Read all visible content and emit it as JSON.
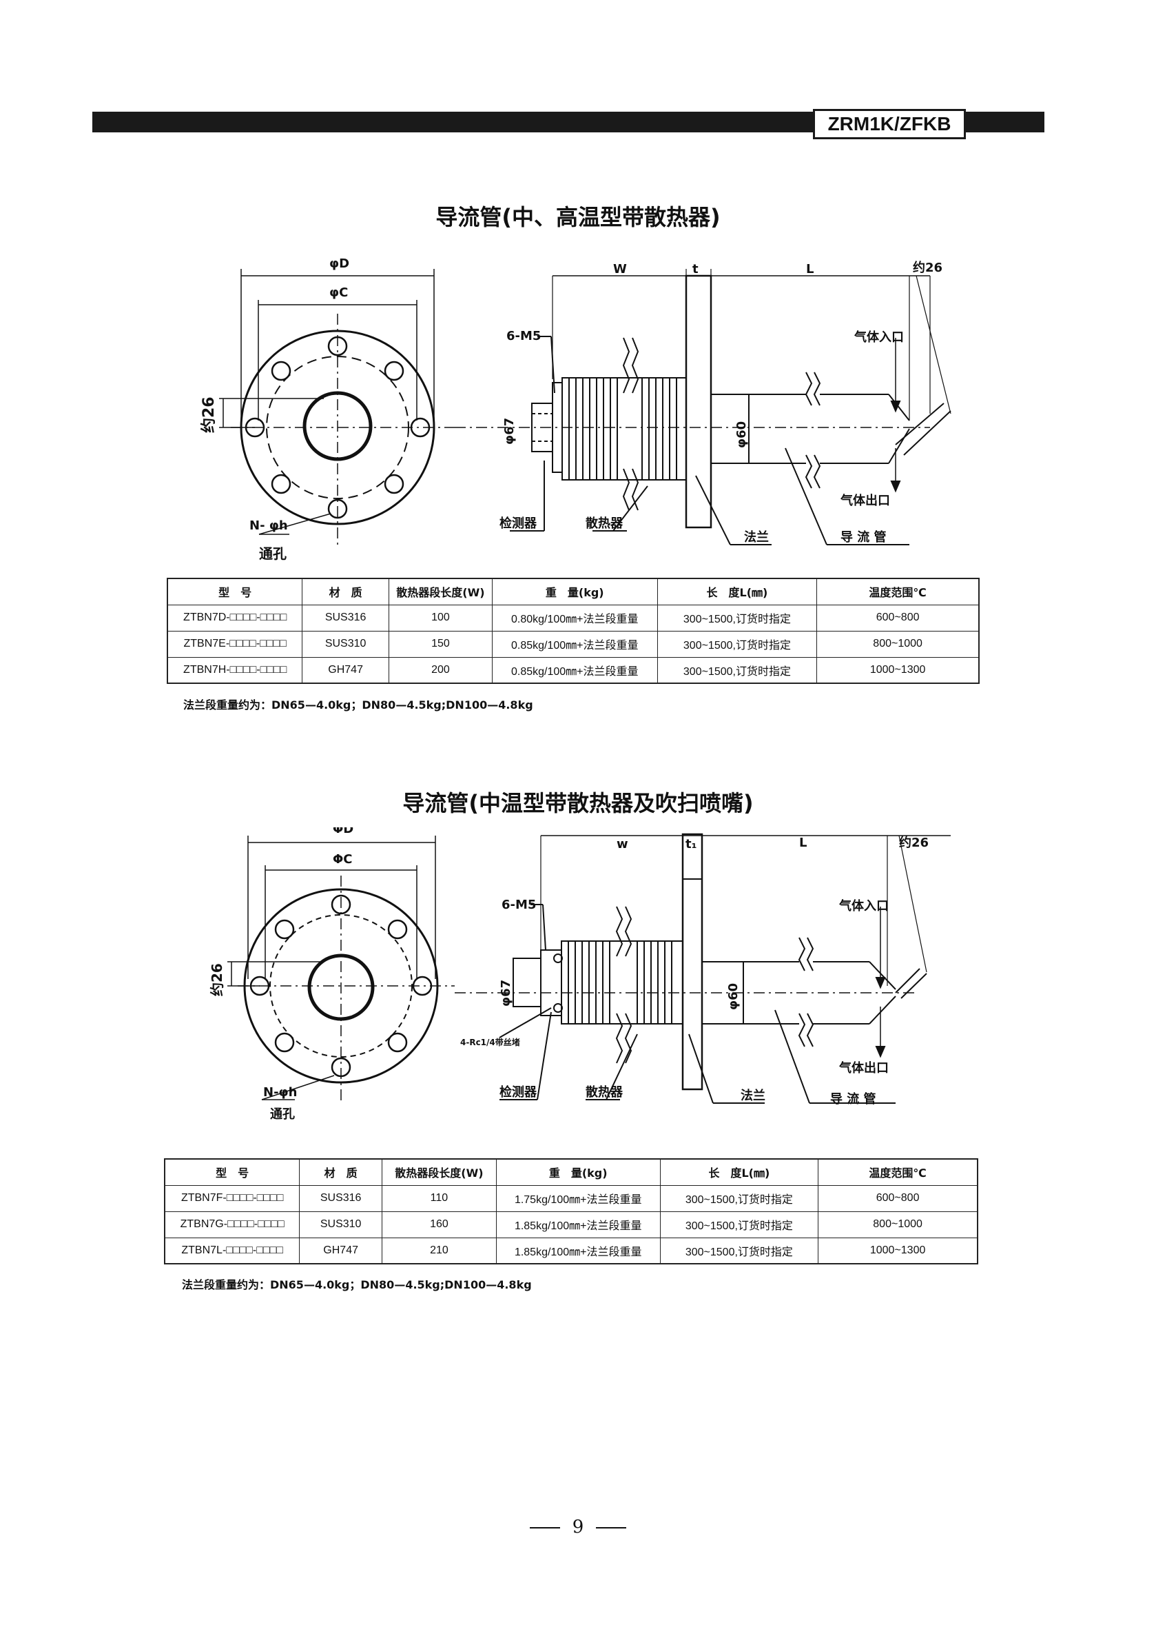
{
  "header": {
    "model_tag": "ZRM1K/ZFKB"
  },
  "section1": {
    "title": "导流管(中、高温型带散热器)",
    "labels": {
      "phiD": "φD",
      "phiC": "φC",
      "approx26_left": "约26",
      "n_phih": "N- φh",
      "through_hole": "通孔",
      "w": "W",
      "t": "t",
      "L": "L",
      "approx26_right": "约26",
      "m5": "6-M5",
      "phi67": "φ67",
      "phi60": "φ60",
      "gas_in": "气体入口",
      "gas_out": "气体出口",
      "detector": "检测器",
      "radiator": "散热器",
      "flange": "法兰",
      "guide_tube": "导 流 管"
    },
    "table": {
      "headers": [
        "型　号",
        "材　质",
        "散热器段长度(W)",
        "重　量(kg)",
        "长　度L(㎜)",
        "温度范围℃"
      ],
      "rows": [
        [
          "ZTBN7D-□□□□-□□□□",
          "SUS316",
          "100",
          "0.80kg/100㎜+法兰段重量",
          "300~1500,订货时指定",
          "600~800"
        ],
        [
          "ZTBN7E-□□□□-□□□□",
          "SUS310",
          "150",
          "0.85kg/100㎜+法兰段重量",
          "300~1500,订货时指定",
          "800~1000"
        ],
        [
          "ZTBN7H-□□□□-□□□□",
          "GH747",
          "200",
          "0.85kg/100㎜+法兰段重量",
          "300~1500,订货时指定",
          "1000~1300"
        ]
      ]
    },
    "note": "法兰段重量约为：DN65—4.0kg；DN80—4.5kg;DN100—4.8kg"
  },
  "section2": {
    "title": "导流管(中温型带散热器及吹扫喷嘴)",
    "labels": {
      "phiD": "ΦD",
      "phiC": "ΦC",
      "approx26_left": "约26",
      "n_phih": "N-φh",
      "through_hole": "通孔",
      "w": "w",
      "t": "t₁",
      "L": "L",
      "approx26_right": "约26",
      "m5": "6-M5",
      "phi67": "φ67",
      "phi60": "φ60",
      "rc": "4-Rc1/4带丝堵",
      "gas_in": "气体入口",
      "gas_out": "气体出口",
      "detector": "检测器",
      "radiator": "散热器",
      "flange": "法兰",
      "guide_tube": "导 流 管"
    },
    "table": {
      "headers": [
        "型　号",
        "材　质",
        "散热器段长度(W)",
        "重　量(kg)",
        "长　度L(㎜)",
        "温度范围℃"
      ],
      "rows": [
        [
          "ZTBN7F-□□□□-□□□□",
          "SUS316",
          "110",
          "1.75kg/100㎜+法兰段重量",
          "300~1500,订货时指定",
          "600~800"
        ],
        [
          "ZTBN7G-□□□□-□□□□",
          "SUS310",
          "160",
          "1.85kg/100㎜+法兰段重量",
          "300~1500,订货时指定",
          "800~1000"
        ],
        [
          "ZTBN7L-□□□□-□□□□",
          "GH747",
          "210",
          "1.85kg/100㎜+法兰段重量",
          "300~1500,订货时指定",
          "1000~1300"
        ]
      ]
    },
    "note": "法兰段重量约为：DN65—4.0kg；DN80—4.5kg;DN100—4.8kg"
  },
  "footer": {
    "page_number": "9"
  }
}
